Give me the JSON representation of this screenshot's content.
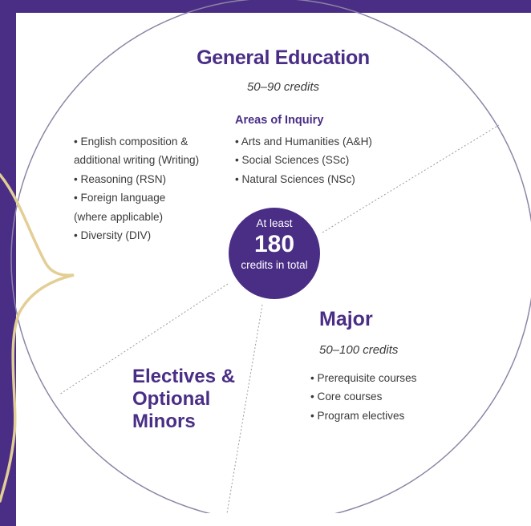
{
  "colors": {
    "primary": "#4a2e86",
    "accent_curve": "#e3cf95",
    "text": "#3a3a3a"
  },
  "general_education": {
    "title": "General Education",
    "credits": "50–90 credits",
    "areas_heading": "Areas of Inquiry",
    "left_items": [
      "• English composition &",
      "additional writing (Writing)",
      "• Reasoning (RSN)",
      "• Foreign language",
      "(where applicable)",
      "• Diversity (DIV)"
    ],
    "areas_items": [
      "• Arts and Humanities (A&H)",
      "• Social Sciences (SSc)",
      "• Natural Sciences (NSc)"
    ]
  },
  "center": {
    "line1": "At least",
    "number": "180",
    "line3": "credits in total"
  },
  "major": {
    "title": "Major",
    "credits": "50–100 credits",
    "items": [
      "• Prerequisite courses",
      "• Core courses",
      "• Program electives"
    ]
  },
  "electives": {
    "title_lines": [
      "Electives &",
      "Optional",
      "Minors"
    ]
  }
}
